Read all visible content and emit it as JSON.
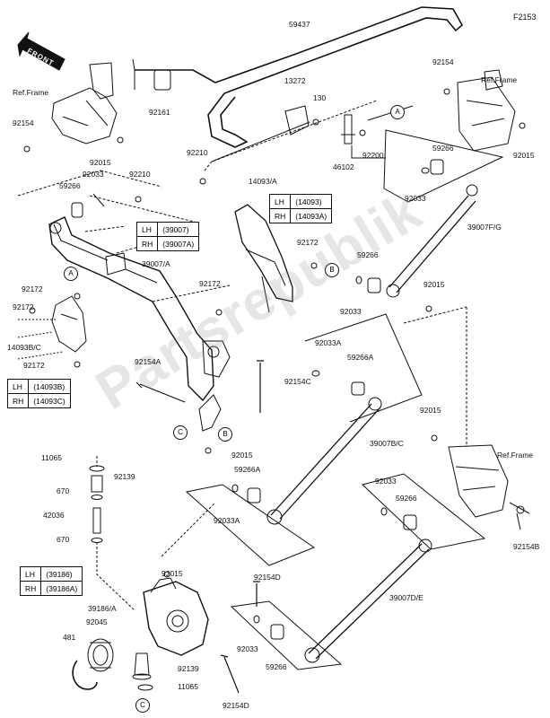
{
  "figure_code": "F2153",
  "front_label": "FRONT",
  "watermark": "Partsrepublik",
  "ref_frame": "Ref.Frame",
  "callouts": {
    "a": "A",
    "b": "B",
    "c": "C"
  },
  "tables": {
    "t39007": {
      "lh": "LH",
      "lh_part": "(39007)",
      "rh": "RH",
      "rh_part": "(39007A)"
    },
    "t14093": {
      "lh": "LH",
      "lh_part": "(14093)",
      "rh": "RH",
      "rh_part": "(14093A)"
    },
    "t14093b": {
      "lh": "LH",
      "lh_part": "(14093B)",
      "rh": "RH",
      "rh_part": "(14093C)"
    },
    "t39186": {
      "lh": "LH",
      "lh_part": "(39186)",
      "rh": "RH",
      "rh_part": "(39186A)"
    }
  },
  "parts": {
    "p59437": "59437",
    "p13272": "13272",
    "p130": "130",
    "p92161": "92161",
    "p92154_tl": "92154",
    "p92154_tr": "92154",
    "p92015_tl": "92015",
    "p92033_tl": "92033",
    "p92210_a": "92210",
    "p92210_b": "92210",
    "p59266_tl": "59266",
    "p46102": "46102",
    "p92200": "92200",
    "p59266_tr": "59266",
    "p92015_tr": "92015",
    "p92033_tr": "92033",
    "p39007fg": "39007F/G",
    "p14093a": "14093/A",
    "p92172_a": "92172",
    "p92172_b": "92172",
    "p92172_c": "92172",
    "p92172_d": "92172",
    "p92172_e": "92172",
    "p39007a": "39007/A",
    "p59266_b": "59266",
    "p92015_b": "92015",
    "p92033_b": "92033",
    "p14093bc": "14093B/C",
    "p92154a": "92154A",
    "p92154c": "92154C",
    "p92033a_1": "92033A",
    "p59266a_1": "59266A",
    "p92015_mr": "92015",
    "p92015_mid": "92015",
    "p11065_a": "11065",
    "p92139_a": "92139",
    "p670_a": "670",
    "p42036": "42036",
    "p670_b": "670",
    "p39007bc": "39007B/C",
    "p59266a_2": "59266A",
    "p92033a_2": "92033A",
    "p92033_m": "92033",
    "p59266_m": "59266",
    "p92154b": "92154B",
    "p92015_low": "92015",
    "p92154d_a": "92154D",
    "p39186a": "39186/A",
    "p92045": "92045",
    "p481": "481",
    "p39007de": "39007D/E",
    "p92033_low": "92033",
    "p59266_low": "59266",
    "p92139_b": "92139",
    "p11065_b": "11065",
    "p92154d_b": "92154D"
  }
}
